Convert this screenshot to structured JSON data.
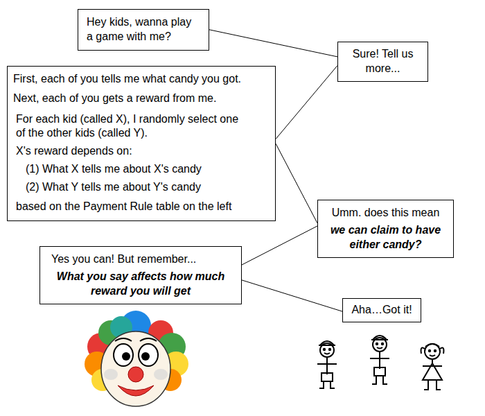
{
  "diagram": {
    "nodes": [
      {
        "text": [
          "Hey kids, wanna play a game with me?"
        ]
      },
      {
        "text": [
          "Sure! Tell us more..."
        ]
      },
      {
        "text": [
          "First, each of you tells me what candy you got.",
          "Next, each of you gets a reward from me.",
          "For each kid (called X), I randomly select one of the other kids (called Y).",
          "X's reward depends on:",
          "(1) What X tells me about X's candy",
          "(2) What Y tells me about Y's candy",
          "based on the Payment Rule table on the left"
        ]
      },
      {
        "text": [
          "Umm. does this mean",
          "we can claim to have either candy?"
        ]
      },
      {
        "text": [
          "Yes you can!  But remember...",
          "What you say affects how much reward you will get"
        ]
      },
      {
        "text": [
          "Aha…Got it!"
        ]
      }
    ],
    "edges": [
      {
        "from": 0,
        "to": 1,
        "arrow": "none"
      },
      {
        "from": 1,
        "to": 2,
        "arrow": "none"
      },
      {
        "from": 2,
        "to": 3,
        "arrow": "none"
      },
      {
        "from": 3,
        "to": 4,
        "arrow": "none"
      },
      {
        "from": 4,
        "to": 5,
        "arrow": "none"
      }
    ]
  }
}
